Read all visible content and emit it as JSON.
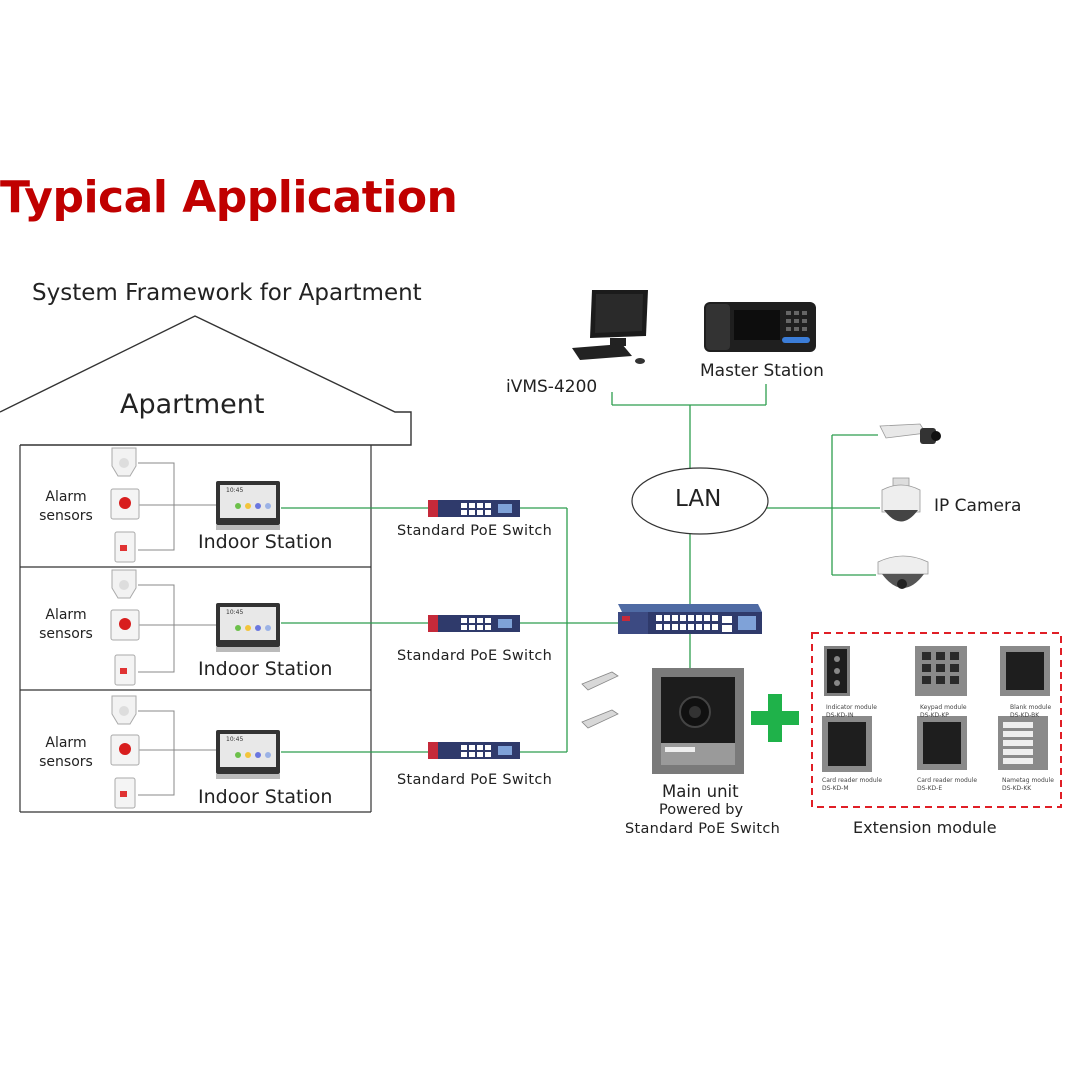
{
  "title": "Typical Application",
  "framework_title": "System Framework for Apartment",
  "apartment_label": "Apartment",
  "floors": [
    {
      "alarm_label": "Alarm\nsensors",
      "indoor_label": "Indoor Station",
      "switch_label": "Standard PoE Switch",
      "screen_time": "10:45"
    },
    {
      "alarm_label": "Alarm\nsensors",
      "indoor_label": "Indoor Station",
      "switch_label": "Standard PoE Switch",
      "screen_time": "10:45"
    },
    {
      "alarm_label": "Alarm\nsensors",
      "indoor_label": "Indoor Station",
      "switch_label": "Standard PoE Switch",
      "screen_time": "10:45"
    }
  ],
  "ivms_label": "iVMS-4200",
  "master_station_label": "Master Station",
  "lan_label": "LAN",
  "ip_camera_label": "IP Camera",
  "main_unit_label": "Main unit",
  "powered_by_label": "Powered by",
  "powered_switch_label": "Standard PoE Switch",
  "extension_label": "Extension module",
  "extension_modules": [
    {
      "caption": "Indicator module",
      "code": "DS-KD-IN"
    },
    {
      "caption": "Keypad module",
      "code": "DS-KD-KP"
    },
    {
      "caption": "Blank module",
      "code": "DS-KD-BK"
    },
    {
      "caption": "Card reader module",
      "code": "DS-KD-M"
    },
    {
      "caption": "Card reader module",
      "code": "DS-KD-E"
    },
    {
      "caption": "Nametag module",
      "code": "DS-KD-KK"
    }
  ],
  "colors": {
    "title": "#c00000",
    "line": "#2e9e4f",
    "extension_border": "#e01f26",
    "plus": "#1fb24a"
  }
}
